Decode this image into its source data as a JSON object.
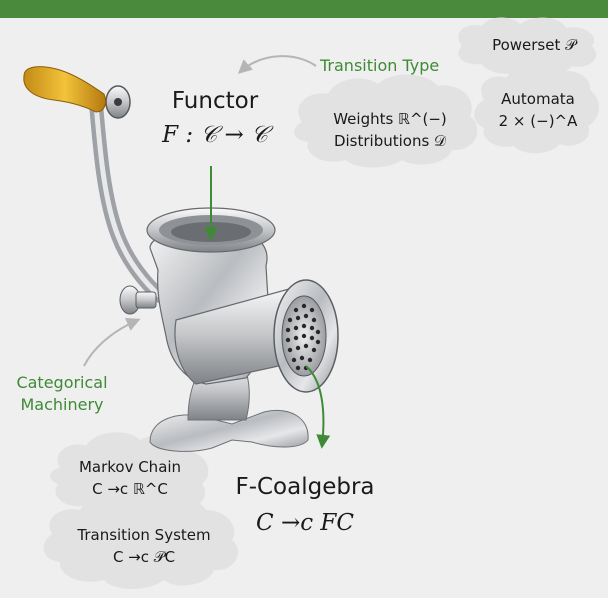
{
  "colors": {
    "bar": "#4a8a3c",
    "accent_green": "#3f8a36",
    "cloud": "#e2e2e2",
    "arrow_gray": "#b5b5b5",
    "background": "#efefef"
  },
  "labels": {
    "transition_type": "Transition Type",
    "categorical_machinery_line1": "Categorical",
    "categorical_machinery_line2": "Machinery",
    "functor_title": "Functor",
    "functor_formula": "F : 𝒞 → 𝒞",
    "coalgebra_title": "F-Coalgebra",
    "coalgebra_formula": "C →c FC"
  },
  "clouds": {
    "powerset": {
      "line1": "Powerset 𝒫"
    },
    "weights": {
      "line1": "Weights ℝ^(−)",
      "line2": "Distributions 𝒟"
    },
    "automata": {
      "line1": "Automata",
      "line2": "2 × (−)^A"
    },
    "markov": {
      "line1": "Markov Chain",
      "line2": "C →c ℝ^C"
    },
    "transition_system": {
      "line1": "Transition System",
      "line2": "C →c 𝒫C"
    }
  },
  "icons": {
    "machine": "meat-grinder-icon"
  }
}
